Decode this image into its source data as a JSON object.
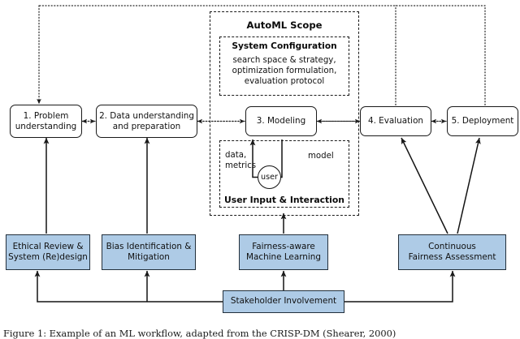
{
  "figure": {
    "caption": "Figure 1: Example of an ML workflow, adapted from the CRISP-DM (Shearer, 2000)"
  },
  "automl_scope": {
    "title": "AutoML Scope",
    "system_configuration": {
      "title": "System Configuration",
      "lines": [
        "search space & strategy,",
        "optimization formulation,",
        "evaluation protocol"
      ]
    },
    "user_interaction": {
      "title": "User Input & Interaction",
      "left_label_lines": [
        "data,",
        "metrics"
      ],
      "right_label": "model",
      "node_label": "user"
    }
  },
  "pipeline": {
    "steps": [
      {
        "id": "problem-understanding",
        "lines": [
          "1. Problem",
          "understanding"
        ]
      },
      {
        "id": "data-understanding",
        "lines": [
          "2. Data understanding",
          "and preparation"
        ]
      },
      {
        "id": "modeling",
        "lines": [
          "3. Modeling"
        ]
      },
      {
        "id": "evaluation",
        "lines": [
          "4. Evaluation"
        ]
      },
      {
        "id": "deployment",
        "lines": [
          "5. Deployment"
        ]
      }
    ]
  },
  "fairness_boxes": [
    {
      "id": "ethical-review",
      "lines": [
        "Ethical Review &",
        "System (Re)design"
      ]
    },
    {
      "id": "bias-identification",
      "lines": [
        "Bias Identification &",
        "Mitigation"
      ]
    },
    {
      "id": "fairness-aware-ml",
      "lines": [
        "Fairness-aware",
        "Machine Learning"
      ]
    },
    {
      "id": "continuous-fairness",
      "lines": [
        "Continuous",
        "Fairness Assessment"
      ]
    }
  ],
  "stakeholder": {
    "label": "Stakeholder Involvement"
  },
  "colors": {
    "blue_fill": "#aecbe6",
    "blue_stroke": "#23303c",
    "line": "#1a1a1a",
    "background": "#ffffff"
  }
}
